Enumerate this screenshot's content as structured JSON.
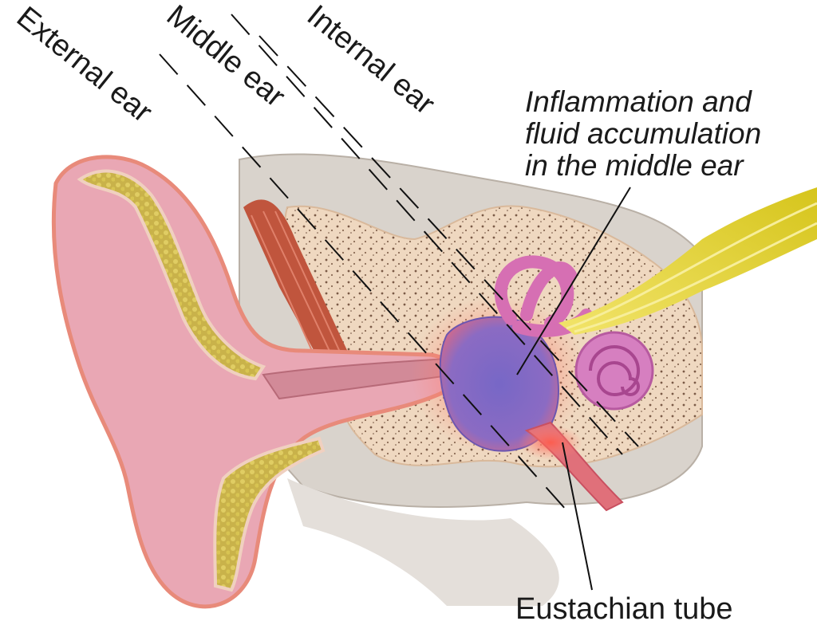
{
  "labels": {
    "external_ear": "External ear",
    "middle_ear": "Middle ear",
    "internal_ear": "Internal ear",
    "inflammation": [
      "Inflammation and",
      "fluid accumulation",
      "in the middle ear"
    ],
    "eustachian_tube": "Eustachian tube"
  },
  "colors": {
    "skin": "#e9a7b4",
    "cartilage": "#cdb95a",
    "bone": "#efd9c2",
    "muscle": "#c0553d",
    "inflammation": "#7b62bd",
    "nerve": "#e2d43e",
    "cochlea": "#d67fc0"
  }
}
